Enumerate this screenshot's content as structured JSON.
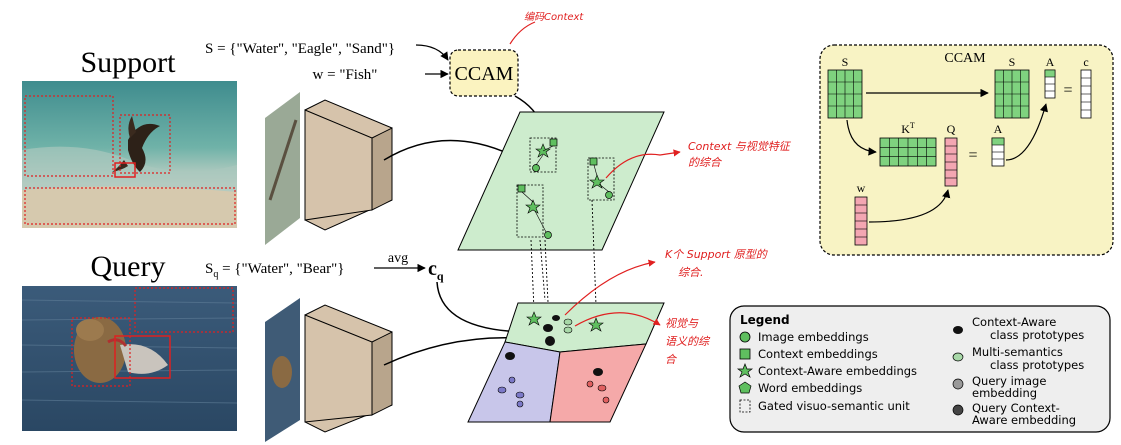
{
  "support": {
    "title": "Support",
    "set_label": "S = {\"Water\", \"Eagle\", \"Sand\"}",
    "word_label": "w = \"Fish\""
  },
  "query": {
    "title": "Query",
    "set_label_main": "S",
    "set_label_sub": "q",
    "set_label_rest": " = {\"Water\", \"Bear\"}",
    "avg_label": "avg",
    "c_main": "c",
    "c_sub": "q"
  },
  "ccam": {
    "box_label": "CCAM",
    "panel_title": "CCAM",
    "matrix_s_label": "S",
    "matrix_s2_label": "S",
    "matrix_a_label": "A",
    "matrix_c_label": "c",
    "matrix_kt_label": "K",
    "matrix_kt_sup": "T",
    "matrix_q_label": "Q",
    "matrix_a2_label": "A",
    "matrix_w_label": "w",
    "equals": "="
  },
  "annotations": {
    "top": "编码Context",
    "context": "Context 与视觉特征",
    "context2": "的综合",
    "k_support": "K个 Support 原型的",
    "k_support2": "综合.",
    "visual": "视觉与",
    "visual2": "语义的综",
    "visual3": "合"
  },
  "legend": {
    "title": "Legend",
    "items": [
      "Image embeddings",
      "Context embeddings",
      "Context-Aware embeddings",
      "Word embeddings",
      "Gated visuo-semantic unit"
    ],
    "items_right": [
      "Context-Aware",
      "class prototypes",
      "Multi-semantics",
      "class prototypes",
      "Query image",
      "embedding",
      "Query Context-",
      "Aware embedding"
    ]
  },
  "colors": {
    "green_plane": "#cdeccd",
    "green_node": "#5fbf5f",
    "blue_region": "#c8c6ea",
    "red_region": "#f5a9a9",
    "ccam_fill": "#fbf3c0",
    "ccam_panel": "#f8f3c4",
    "matrix_green": "#7fd27f",
    "matrix_pink": "#f4a6b2",
    "annotation_red": "#e02020"
  }
}
